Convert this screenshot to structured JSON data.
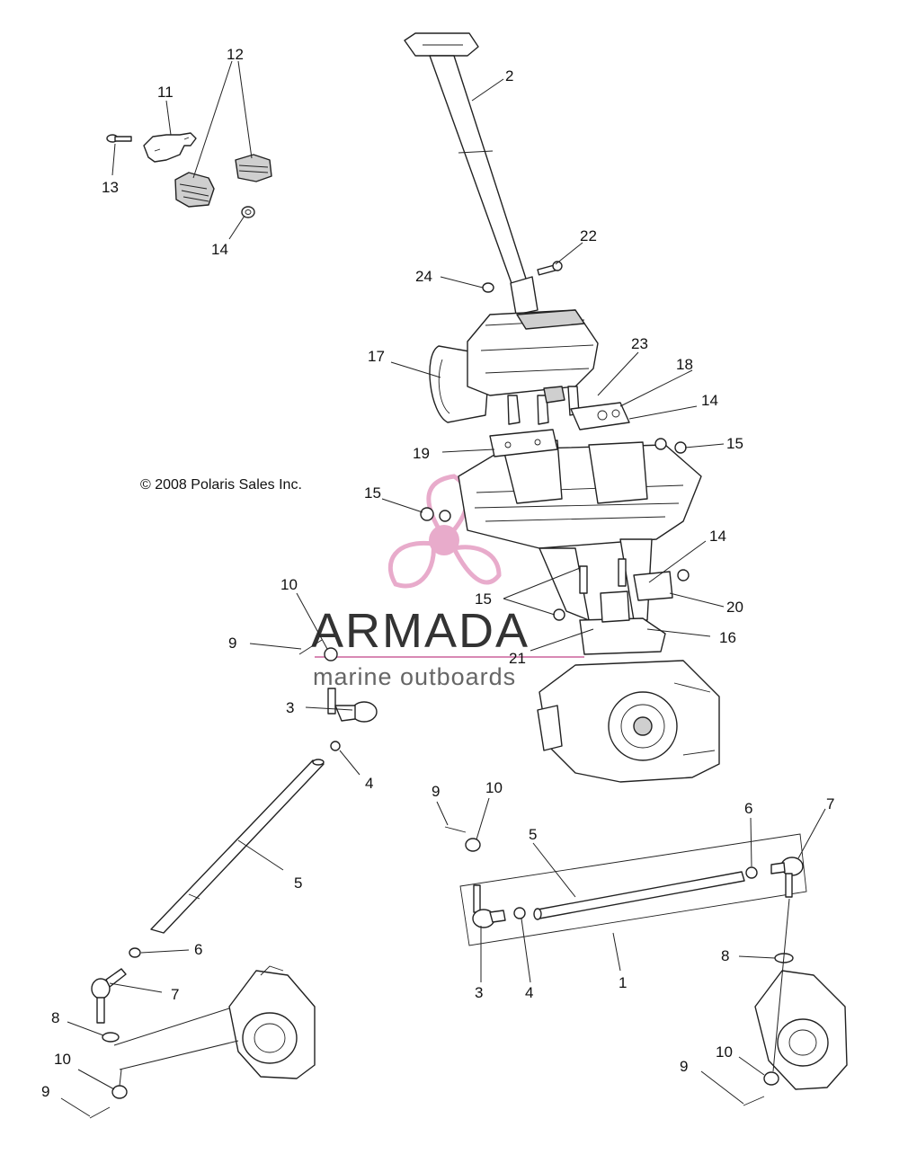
{
  "copyright": "© 2008 Polaris Sales Inc.",
  "watermark": {
    "title": "ARMADA",
    "subtitle": "marine outboards",
    "accent_color": "#e6a3c6",
    "accent_dark": "#d889b4"
  },
  "callouts": [
    "1",
    "2",
    "3",
    "3",
    "4",
    "4",
    "5",
    "5",
    "6",
    "6",
    "7",
    "7",
    "8",
    "8",
    "9",
    "9",
    "9",
    "9",
    "10",
    "10",
    "10",
    "10",
    "11",
    "12",
    "13",
    "14",
    "14",
    "14",
    "15",
    "15",
    "15",
    "16",
    "17",
    "18",
    "19",
    "20",
    "21",
    "22",
    "23",
    "24"
  ],
  "colors": {
    "line": "#222222",
    "background": "#ffffff"
  }
}
